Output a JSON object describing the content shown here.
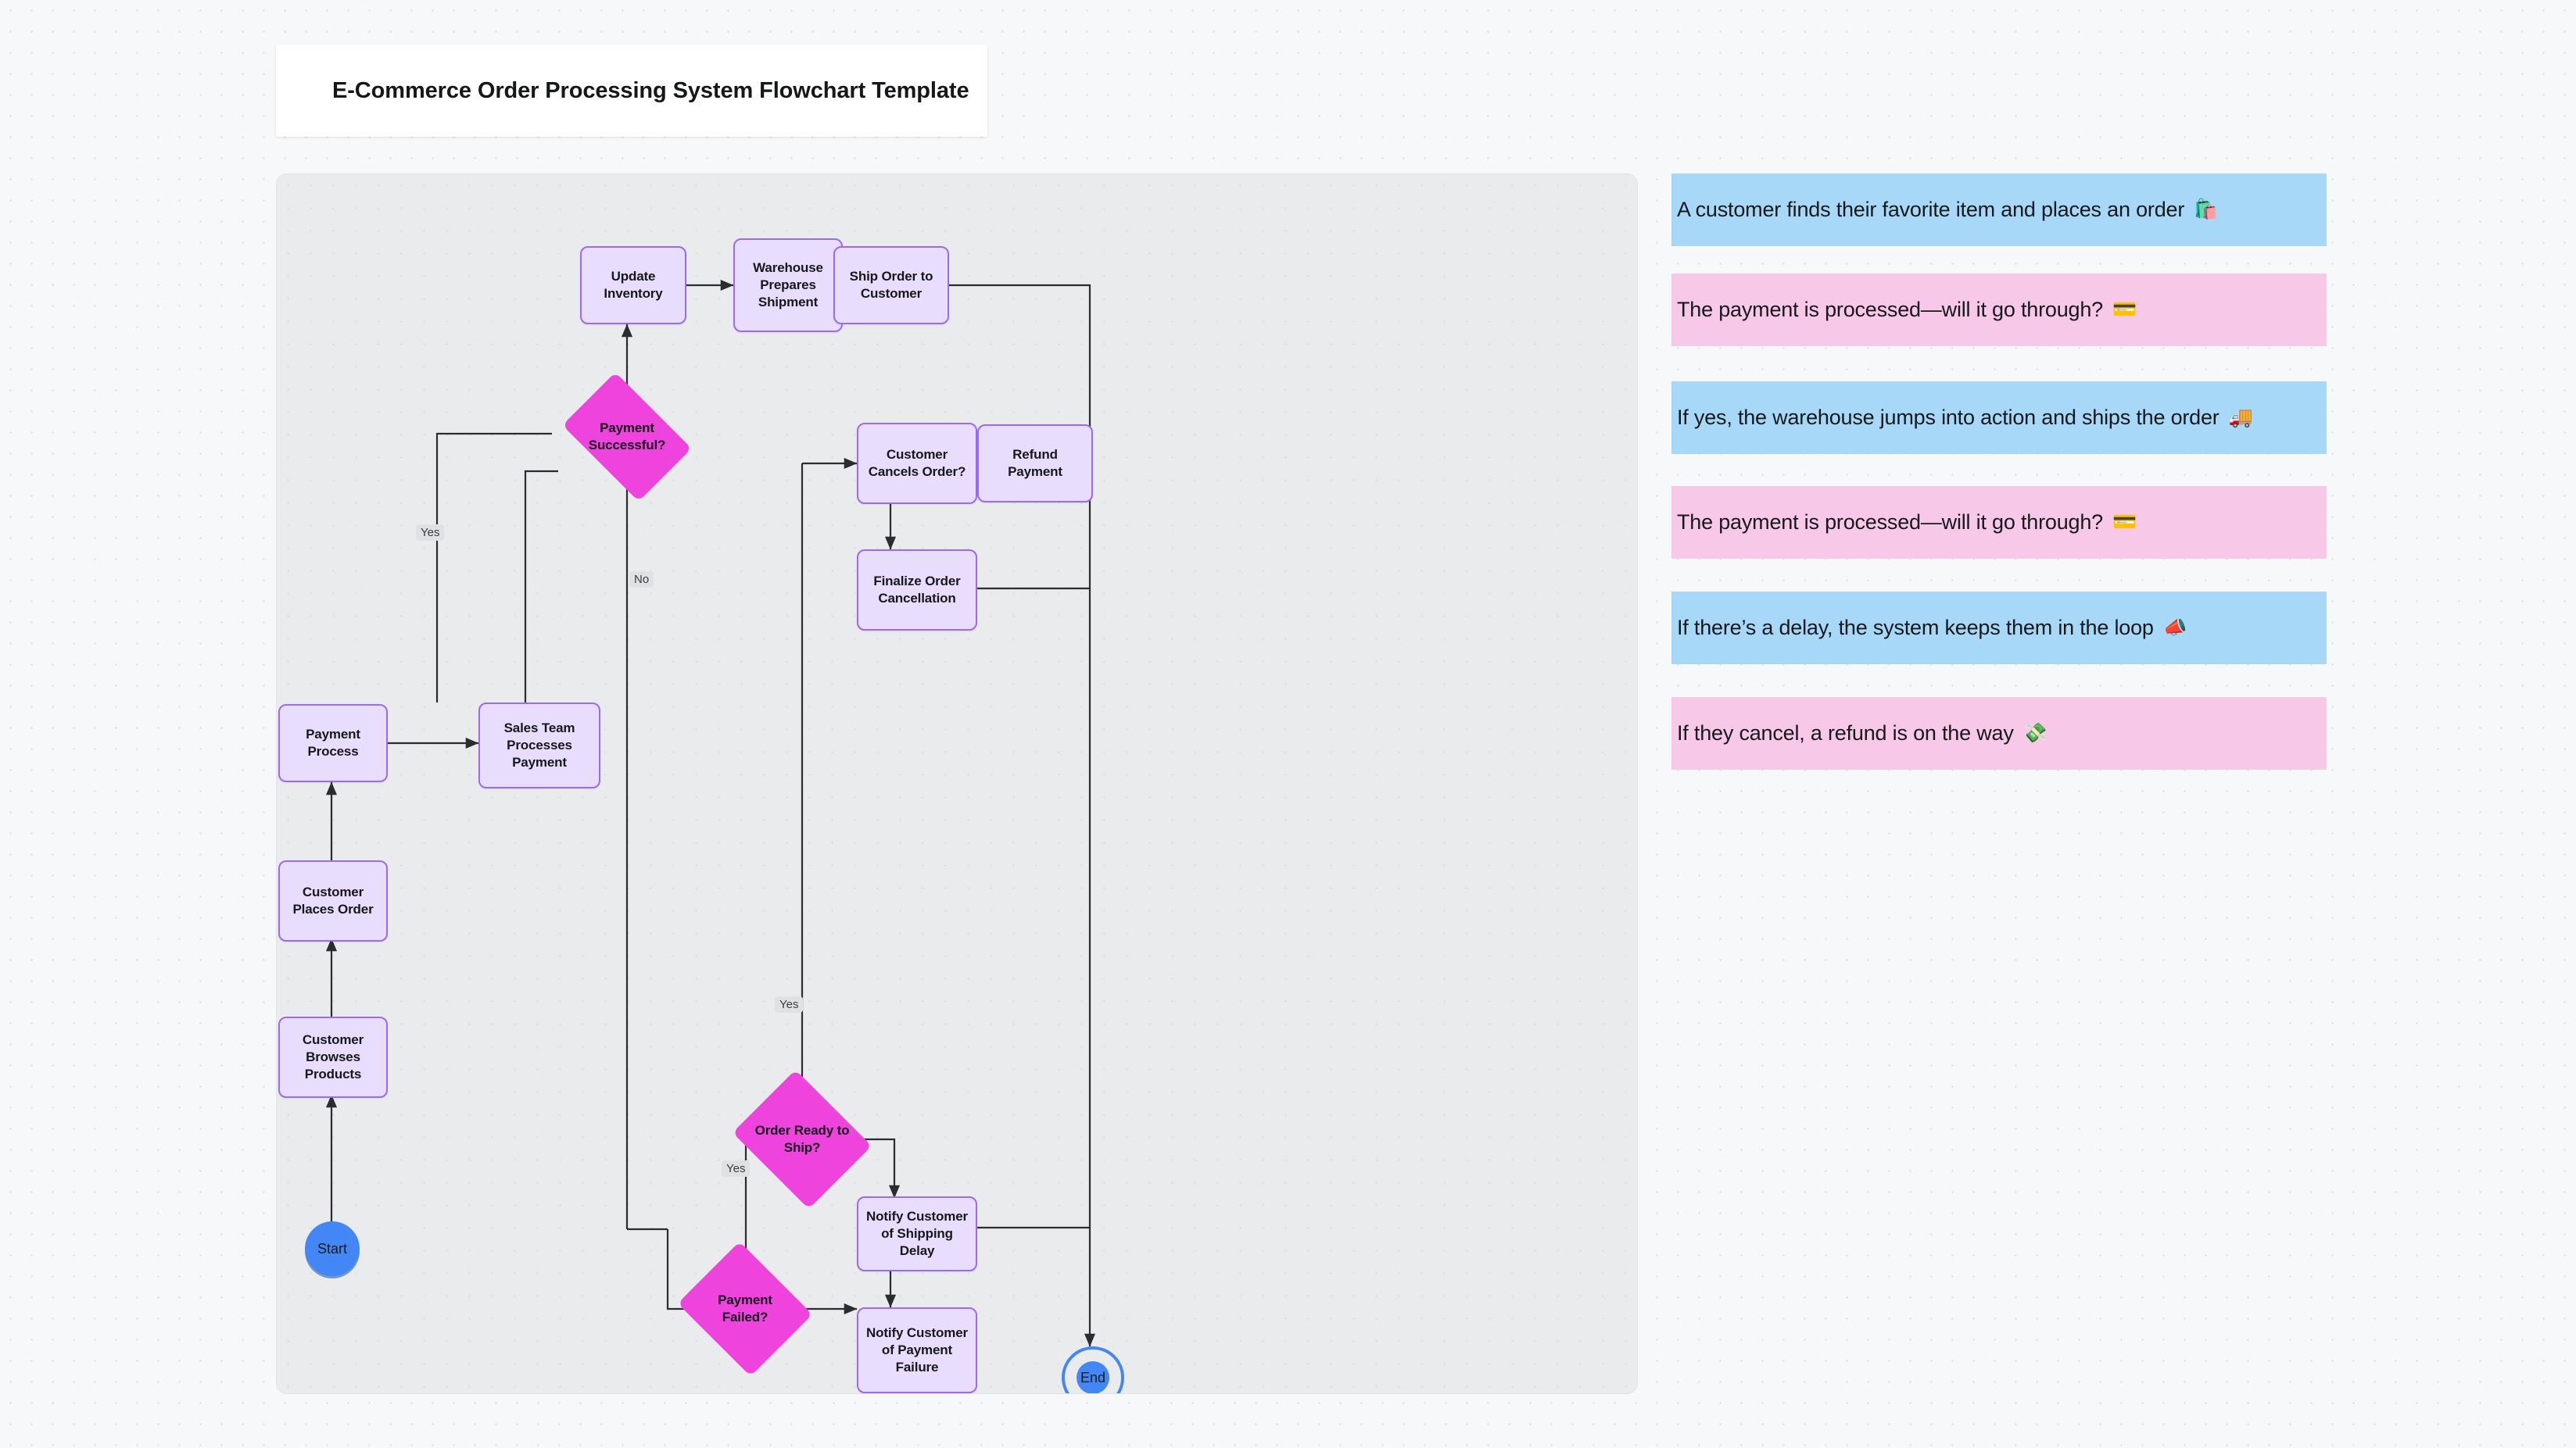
{
  "title": "E-Commerce Order Processing System Flowchart Template",
  "colors": {
    "process_fill": "#E9DDFD",
    "process_border": "#9A6BF0",
    "decision_fill": "#EE44DD",
    "terminal_fill": "#4287F5",
    "panel_bg": "#EAEBEC",
    "note_blue": "#A8D8F8",
    "note_pink": "#F8C8E8",
    "edge": "#2B2C30"
  },
  "flowchart": {
    "nodes": [
      {
        "id": "start",
        "label": "Start",
        "type": "terminal-start"
      },
      {
        "id": "browse",
        "label": "Customer Browses Products",
        "type": "process"
      },
      {
        "id": "places_order",
        "label": "Customer Places Order",
        "type": "process"
      },
      {
        "id": "payment_process",
        "label": "Payment Process",
        "type": "process"
      },
      {
        "id": "sales_team",
        "label": "Sales Team Processes Payment",
        "type": "process"
      },
      {
        "id": "payment_success",
        "label": "Payment Successful?",
        "type": "decision"
      },
      {
        "id": "update_inventory",
        "label": "Update Inventory",
        "type": "process"
      },
      {
        "id": "warehouse",
        "label": "Warehouse Prepares Shipment",
        "type": "process"
      },
      {
        "id": "ship_order",
        "label": "Ship Order to Customer",
        "type": "process"
      },
      {
        "id": "cancels_order",
        "label": "Customer Cancels Order?",
        "type": "process"
      },
      {
        "id": "refund_payment",
        "label": "Refund Payment",
        "type": "process"
      },
      {
        "id": "finalize_cancel",
        "label": "Finalize Order Cancellation",
        "type": "process"
      },
      {
        "id": "ready_to_ship",
        "label": "Order Ready to Ship?",
        "type": "decision"
      },
      {
        "id": "notify_delay",
        "label": "Notify Customer of Shipping Delay",
        "type": "process"
      },
      {
        "id": "payment_failed",
        "label": "Payment Failed?",
        "type": "decision"
      },
      {
        "id": "notify_failure",
        "label": "Notify Customer of Payment Failure",
        "type": "process"
      },
      {
        "id": "end",
        "label": "End",
        "type": "terminal-end"
      }
    ],
    "edge_labels": [
      {
        "id": "yes_payment_success",
        "label": "Yes"
      },
      {
        "id": "no_payment_success",
        "label": "No"
      },
      {
        "id": "yes_ready_upper",
        "label": "Yes"
      },
      {
        "id": "yes_ready_lower",
        "label": "Yes"
      }
    ]
  },
  "notes": [
    {
      "id": "note-1",
      "text": "A customer finds their favorite item and places an order",
      "emoji": "🛍️",
      "color": "#A8D8F8"
    },
    {
      "id": "note-2",
      "text": "The payment is processed—will it go through?",
      "emoji": "💳",
      "color": "#F8C8E8"
    },
    {
      "id": "note-3",
      "text": "If yes, the warehouse jumps into action and ships the order",
      "emoji": "🚚",
      "color": "#A8D8F8"
    },
    {
      "id": "note-4",
      "text": "The payment is processed—will it go through?",
      "emoji": "💳",
      "color": "#F8C8E8"
    },
    {
      "id": "note-5",
      "text": "If there’s a delay, the system keeps them in the loop",
      "emoji": "📣",
      "color": "#A8D8F8"
    },
    {
      "id": "note-6",
      "text": "If they cancel, a refund is on the way",
      "emoji": "💸",
      "color": "#F8C8E8"
    }
  ]
}
